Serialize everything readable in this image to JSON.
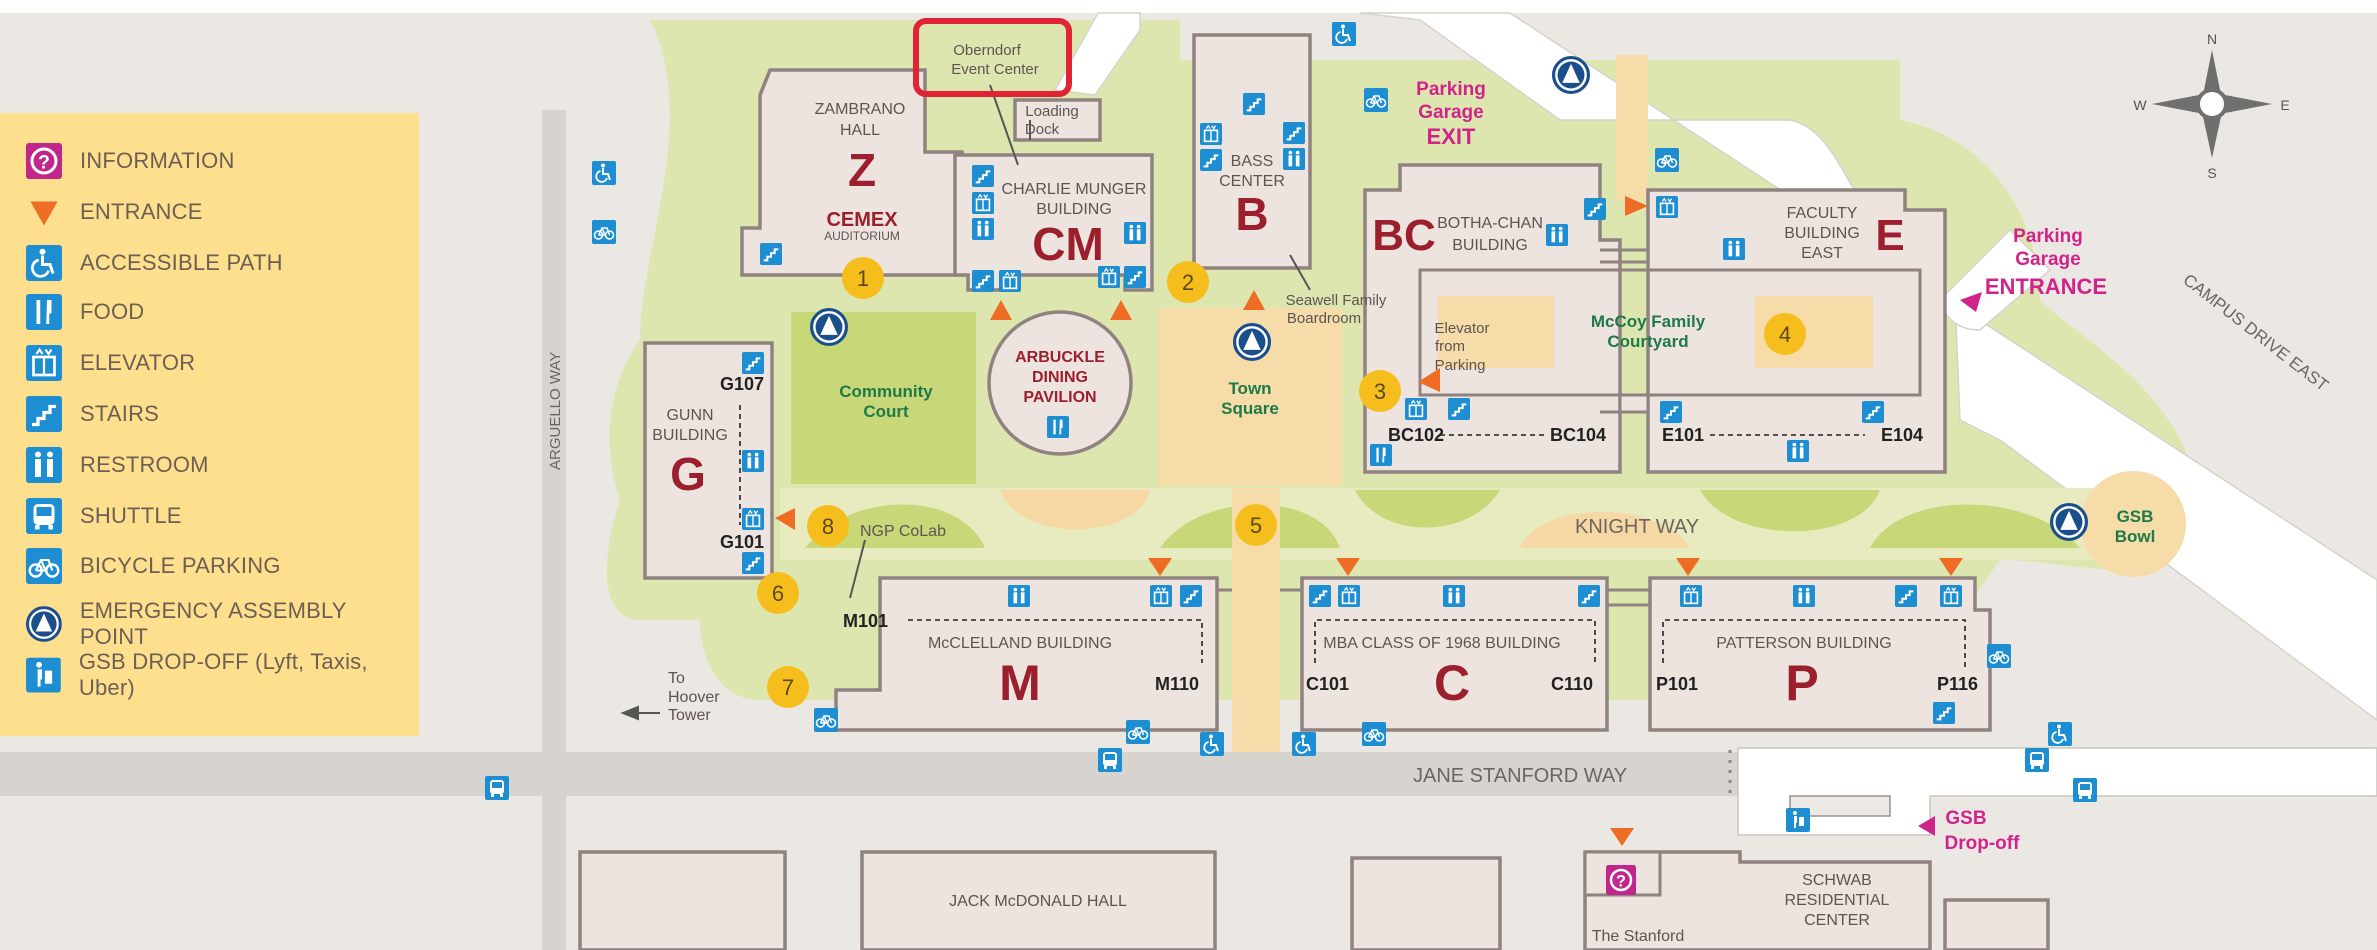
{
  "legend": [
    {
      "icon": "information-icon",
      "label": "INFORMATION",
      "color": "#c0268b"
    },
    {
      "icon": "entrance-icon",
      "label": "ENTRANCE",
      "color": "#ee6c23"
    },
    {
      "icon": "accessible-path-icon",
      "label": "ACCESSIBLE PATH",
      "color": "#1c8ed1"
    },
    {
      "icon": "food-icon",
      "label": "FOOD",
      "color": "#1c8ed1"
    },
    {
      "icon": "elevator-icon",
      "label": "ELEVATOR",
      "color": "#1c8ed1"
    },
    {
      "icon": "stairs-icon",
      "label": "STAIRS",
      "color": "#1c8ed1"
    },
    {
      "icon": "restroom-icon",
      "label": "RESTROOM",
      "color": "#1c8ed1"
    },
    {
      "icon": "shuttle-icon",
      "label": "SHUTTLE",
      "color": "#1c8ed1"
    },
    {
      "icon": "bicycle-parking-icon",
      "label": "BICYCLE PARKING",
      "color": "#1c8ed1"
    },
    {
      "icon": "emergency-assembly-icon",
      "label": "EMERGENCY ASSEMBLY POINT",
      "color": "#1a4f8b"
    },
    {
      "icon": "dropoff-icon",
      "label": "GSB DROP-OFF (Lyft, Taxis, Uber)",
      "color": "#1c8ed1"
    }
  ],
  "compass": {
    "n": "N",
    "e": "E",
    "s": "S",
    "w": "W"
  },
  "streets": {
    "arguello": "ARGUELLO WAY",
    "jane_stanford": "JANE STANFORD WAY",
    "campus_drive": "CAMPUS DRIVE EAST",
    "knight_way": "KNIGHT WAY"
  },
  "buildings": {
    "zambrano": {
      "name_1": "ZAMBRANO",
      "name_2": "HALL",
      "letter": "Z",
      "cemex": "CEMEX",
      "auditorium": "AUDITORIUM"
    },
    "munger": {
      "name_1": "CHARLIE MUNGER",
      "name_2": "BUILDING",
      "letter": "CM"
    },
    "oberndorf": {
      "line_1": "Oberndorf",
      "line_2": "Event Center"
    },
    "loading": {
      "line_1": "Loading",
      "line_2": "Dock"
    },
    "bass": {
      "name_1": "BASS",
      "name_2": "CENTER",
      "letter": "B"
    },
    "seawell": {
      "line_1": "Seawell Family",
      "line_2": "Boardroom"
    },
    "botha": {
      "name_1": "BOTHA-CHAN",
      "name_2": "BUILDING",
      "letter": "BC",
      "rooms": [
        "BC102",
        "BC104"
      ]
    },
    "faculty": {
      "name_1": "FACULTY",
      "name_2": "BUILDING",
      "name_3": "EAST",
      "letter": "E",
      "rooms": [
        "E101",
        "E104"
      ]
    },
    "elevator_parking": {
      "line_1": "Elevator",
      "line_2": "from",
      "line_3": "Parking"
    },
    "courtyard": {
      "line_1": "McCoy Family",
      "line_2": "Courtyard"
    },
    "arbuckle": {
      "line_1": "ARBUCKLE",
      "line_2": "DINING",
      "line_3": "PAVILION"
    },
    "community": {
      "line_1": "Community",
      "line_2": "Court"
    },
    "town": {
      "line_1": "Town",
      "line_2": "Square"
    },
    "gunn": {
      "name_1": "GUNN",
      "name_2": "BUILDING",
      "letter": "G",
      "rooms": [
        "G107",
        "G101"
      ]
    },
    "mcclelland": {
      "name": "McCLELLAND BUILDING",
      "letter": "M",
      "rooms": [
        "M101",
        "M110"
      ]
    },
    "mba": {
      "name": "MBA CLASS OF 1968 BUILDING",
      "letter": "C",
      "rooms": [
        "C101",
        "C110"
      ]
    },
    "patterson": {
      "name": "PATTERSON BUILDING",
      "letter": "P",
      "rooms": [
        "P101",
        "P116"
      ]
    },
    "ngp": "NGP CoLab",
    "gsb_bowl": {
      "line_1": "GSB",
      "line_2": "Bowl"
    },
    "jack": "JACK McDONALD HALL",
    "schwab": {
      "line_1": "SCHWAB",
      "line_2": "RESIDENTIAL",
      "line_3": "CENTER"
    },
    "stanford": "The Stanford"
  },
  "parking_exit": {
    "line_1": "Parking",
    "line_2": "Garage",
    "line_3": "EXIT"
  },
  "parking_entrance": {
    "line_1": "Parking",
    "line_2": "Garage",
    "line_3": "ENTRANCE"
  },
  "gsb_dropoff": {
    "line_1": "GSB",
    "line_2": "Drop-off"
  },
  "hoover": {
    "line_1": "To",
    "line_2": "Hoover",
    "line_3": "Tower"
  },
  "markers": [
    "1",
    "2",
    "3",
    "4",
    "5",
    "6",
    "7",
    "8"
  ],
  "colors": {
    "background": "#ebe8e3",
    "legend_bg": "#fedf8e",
    "building_fill": "#ede3df",
    "building_stroke": "#8f8280",
    "building_letter": "#9b1f2c",
    "green": "#d3e091",
    "park_green": "#c8d777",
    "path": "#f5dca8",
    "icon_blue": "#1c8ed1",
    "assembly_blue": "#1a4f8b",
    "magenta": "#d1248b",
    "orange": "#ee6c23",
    "marker": "#f6be1d",
    "highlight": "#e02335"
  }
}
